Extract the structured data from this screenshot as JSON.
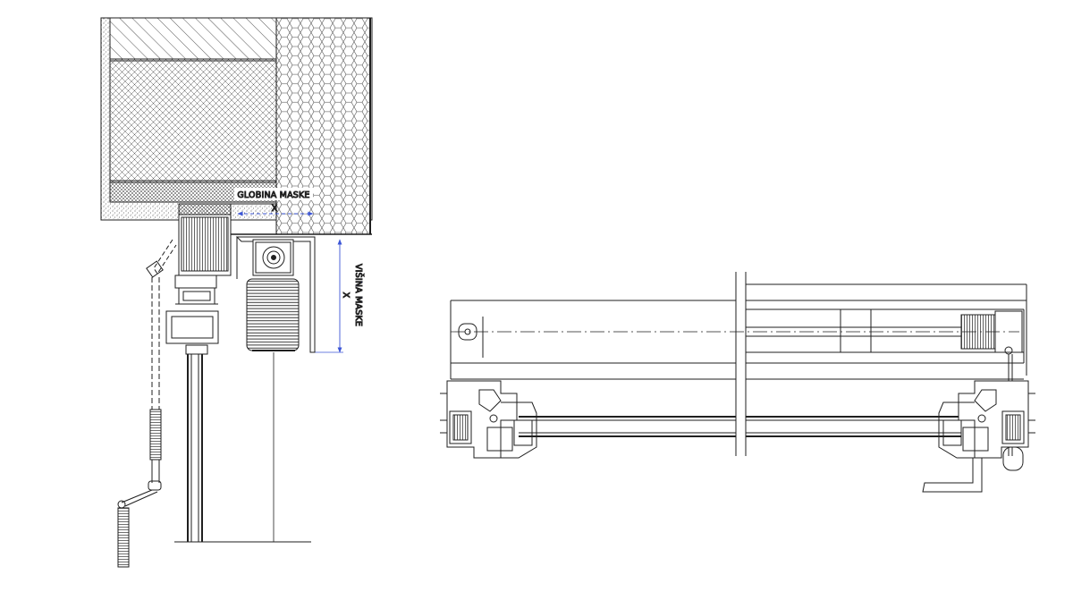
{
  "annotations": {
    "depth_label": "GLOBINA MASKE",
    "depth_value": "X",
    "height_label": "VIŠINA MASKE",
    "height_value": "X"
  },
  "colors": {
    "line": "#1f1f1f",
    "dimension": "#3b55d6",
    "background": "#ffffff"
  }
}
